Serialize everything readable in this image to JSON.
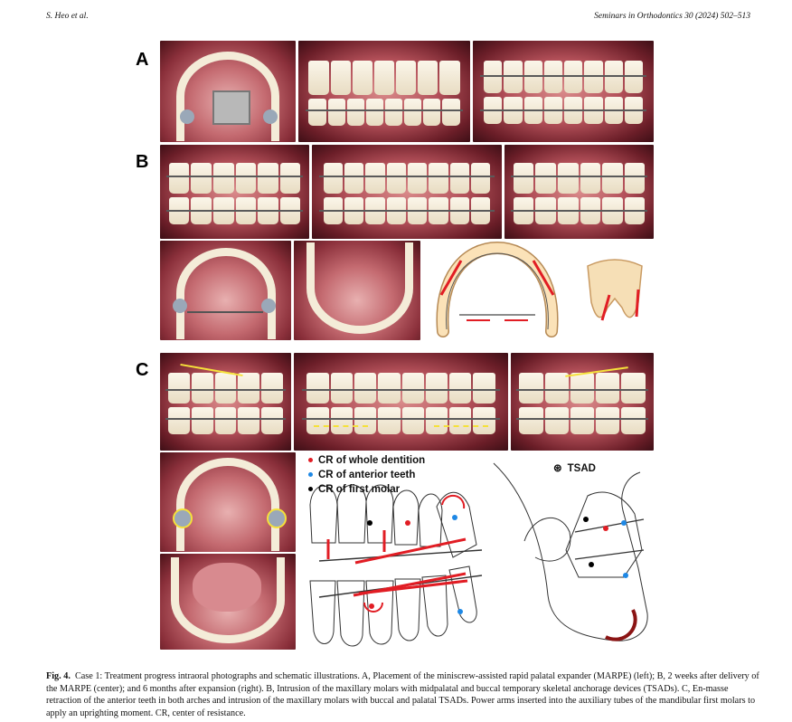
{
  "header": {
    "left": "S. Heo et al.",
    "right": "Seminars in Orthodontics 30 (2024) 502–513"
  },
  "panels": {
    "a_label": "A",
    "b_label": "B",
    "c_label": "C"
  },
  "legend": {
    "red": "CR of whole dentition",
    "blue": "CR of anterior teeth",
    "black": "CR of first molar",
    "tsad": "TSAD",
    "tsad_symbol": "⊛"
  },
  "colors": {
    "red": "#e11d24",
    "blue": "#1e88e5",
    "black": "#000000"
  },
  "caption": {
    "label": "Fig. 4.",
    "text": "Case 1: Treatment progress intraoral photographs and schematic illustrations. A, Placement of the miniscrew-assisted rapid palatal expander (MARPE) (left); B, 2 weeks after delivery of the MARPE (center); and 6 months after expansion (right). B, Intrusion of the maxillary molars with midpalatal and buccal temporary skeletal anchorage devices (TSADs). C, En-masse retraction of the anterior teeth in both arches and intrusion of the maxillary molars with buccal and palatal TSADs. Power arms inserted into the auxiliary tubes of the mandibular first molars to apply an uprighting moment. CR, center of resistance."
  }
}
